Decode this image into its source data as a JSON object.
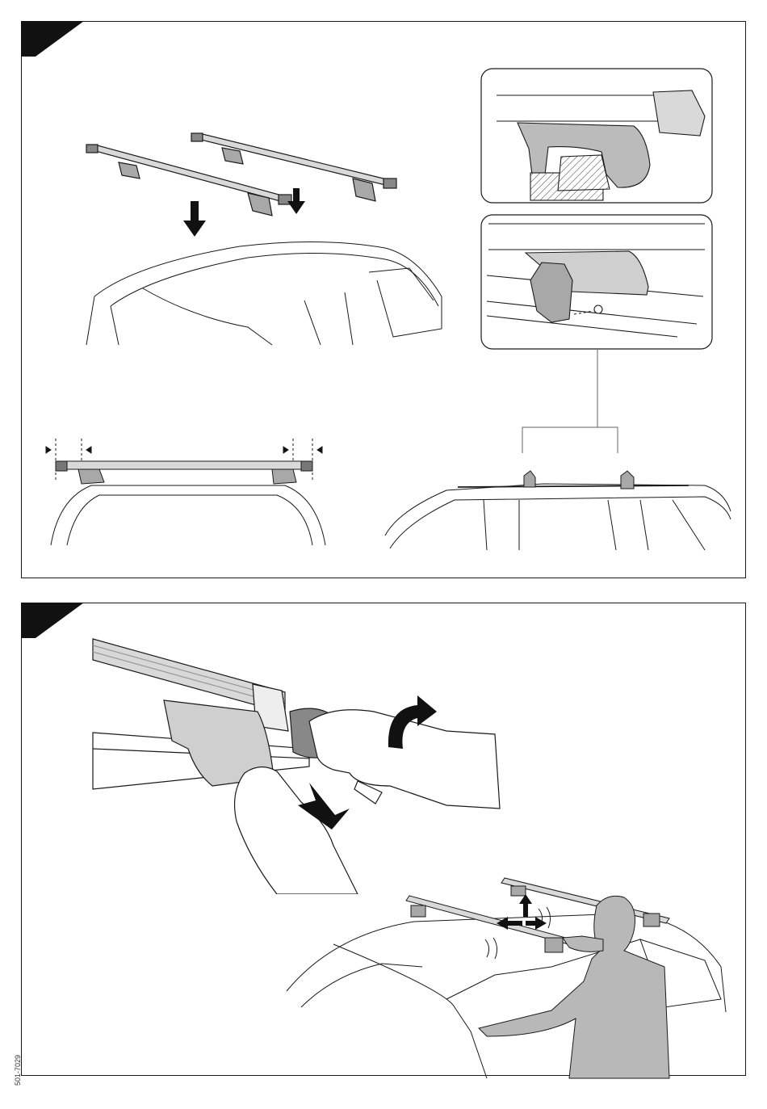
{
  "document": {
    "doc_number": "501-7029",
    "steps": [
      {
        "panel": "top",
        "figures": [
          "bars-lowered-onto-roof",
          "foot-detail-clamp",
          "foot-detail-rail",
          "bar-overhang-front-view",
          "foot-position-side-view"
        ]
      },
      {
        "panel": "bottom",
        "figures": [
          "tighten-knob-closeup",
          "check-stability"
        ]
      }
    ]
  },
  "colors": {
    "line": "#1a1a1a",
    "fill_light": "#d9d9d9",
    "fill_mid": "#a8a8a8",
    "fill_dark": "#555555"
  }
}
